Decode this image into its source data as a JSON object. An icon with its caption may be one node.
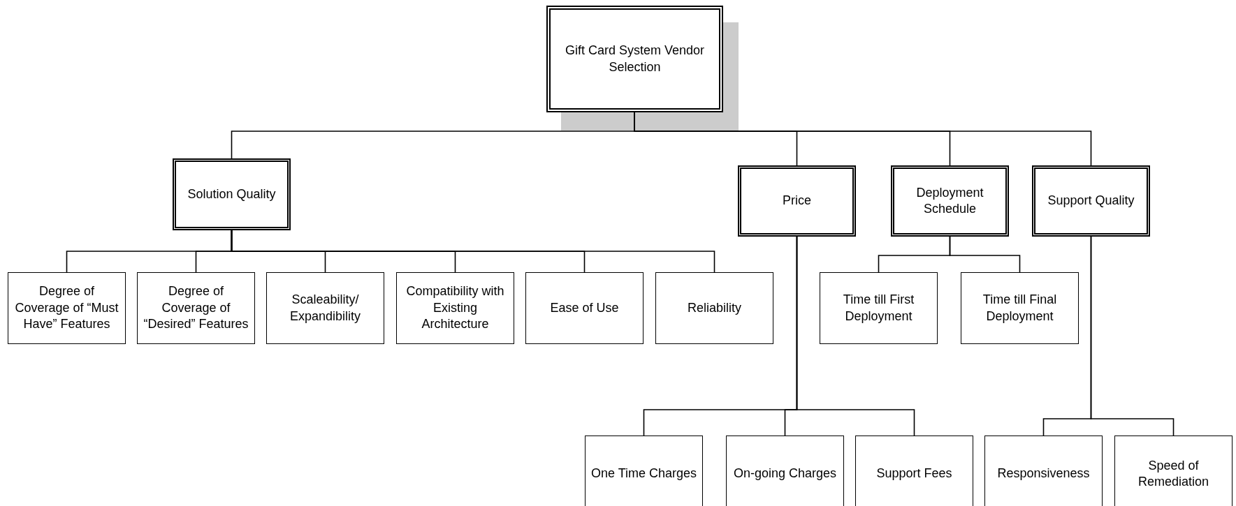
{
  "diagram": {
    "nodes": [
      {
        "text": [
          "Gift Card System Vendor Selection"
        ]
      },
      {
        "text": [
          "Solution Quality"
        ]
      },
      {
        "text": [
          "Price"
        ]
      },
      {
        "text": [
          "Deployment Schedule"
        ]
      },
      {
        "text": [
          "Support Quality"
        ]
      },
      {
        "text": [
          "Degree of Coverage of “Must Have” Features"
        ]
      },
      {
        "text": [
          "Degree of Coverage of “Desired” Features"
        ]
      },
      {
        "text": [
          "Scaleability/ Expandibility"
        ]
      },
      {
        "text": [
          "Compatibility with Existing Architecture"
        ]
      },
      {
        "text": [
          "Ease of Use"
        ]
      },
      {
        "text": [
          "Reliability"
        ]
      },
      {
        "text": [
          "Time till First Deployment"
        ]
      },
      {
        "text": [
          "Time till Final Deployment"
        ]
      },
      {
        "text": [
          "One Time Charges"
        ]
      },
      {
        "text": [
          "On-going Charges"
        ]
      },
      {
        "text": [
          "Support Fees"
        ]
      },
      {
        "text": [
          "Responsiveness"
        ]
      },
      {
        "text": [
          "Speed of Remediation"
        ]
      }
    ],
    "edges": [
      {
        "from": 0,
        "to": 1,
        "arrow": "none"
      },
      {
        "from": 0,
        "to": 2,
        "arrow": "none"
      },
      {
        "from": 0,
        "to": 3,
        "arrow": "none"
      },
      {
        "from": 0,
        "to": 4,
        "arrow": "none"
      },
      {
        "from": 1,
        "to": 5,
        "arrow": "none"
      },
      {
        "from": 1,
        "to": 6,
        "arrow": "none"
      },
      {
        "from": 1,
        "to": 7,
        "arrow": "none"
      },
      {
        "from": 1,
        "to": 8,
        "arrow": "none"
      },
      {
        "from": 1,
        "to": 9,
        "arrow": "none"
      },
      {
        "from": 1,
        "to": 10,
        "arrow": "none"
      },
      {
        "from": 3,
        "to": 11,
        "arrow": "none"
      },
      {
        "from": 3,
        "to": 12,
        "arrow": "none"
      },
      {
        "from": 2,
        "to": 13,
        "arrow": "none"
      },
      {
        "from": 2,
        "to": 14,
        "arrow": "none"
      },
      {
        "from": 2,
        "to": 15,
        "arrow": "none"
      },
      {
        "from": 4,
        "to": 16,
        "arrow": "none"
      },
      {
        "from": 4,
        "to": 17,
        "arrow": "none"
      }
    ]
  }
}
